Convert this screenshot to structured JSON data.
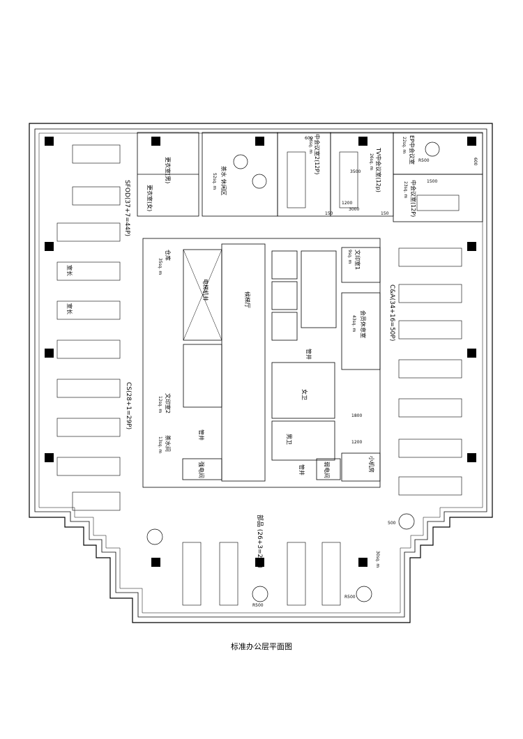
{
  "caption": "标准办公层平面图",
  "zones": {
    "sfod": "SFOD(37+7=44P)",
    "cs": "CS(28+1=29P)",
    "cna": "C&A(34+16=50P)",
    "bottom": "部品 (26+3=29P)"
  },
  "rooms": {
    "locker_m": "更衣室(男)",
    "locker_f": "更衣室(女)",
    "tea": "茶水 休闲区",
    "tea_area": "52sq. m",
    "meeting_mid": "中会议室2(12P)",
    "meeting_mid_area": "26sq. m",
    "meeting_tv": "TV中会议室(12p)",
    "meeting_tv_area": "26sq. m",
    "ep_room": "EP中会议室",
    "ep_area": "22sq. m",
    "meeting_small": "中会议室(12P)",
    "meeting_small_area": "23sq. m",
    "warehouse": "仓库",
    "warehouse_area": "35sq. m",
    "print1": "文印室1",
    "print1_area": "9sq. m",
    "elevator_machine": "电梯机井",
    "lobby": "候梯厅",
    "vip_room": "会员休息室",
    "vip_area": "43sq. m",
    "pipe": "管井",
    "female_wc": "女卫",
    "male_wc": "男卫",
    "print2": "文印室2",
    "print2_area": "12sq. m",
    "tea2": "茶水间",
    "tea2_area": "13sq. m",
    "strong_elec": "强电间",
    "weak_elec": "弱电间",
    "small_machine": "小机房",
    "room_bottom_area": "30sq. m",
    "chief": "室长"
  },
  "dims": {
    "d600a": "600",
    "d600b": "600",
    "d150": "150",
    "d3500": "3500",
    "d1200": "1200",
    "d3000": "3000",
    "d1500": "1500",
    "dr500a": "R500",
    "dr500b": "R500",
    "dr500c": "R500",
    "d1800": "1800",
    "d1200b": "1200",
    "d500": "500"
  }
}
